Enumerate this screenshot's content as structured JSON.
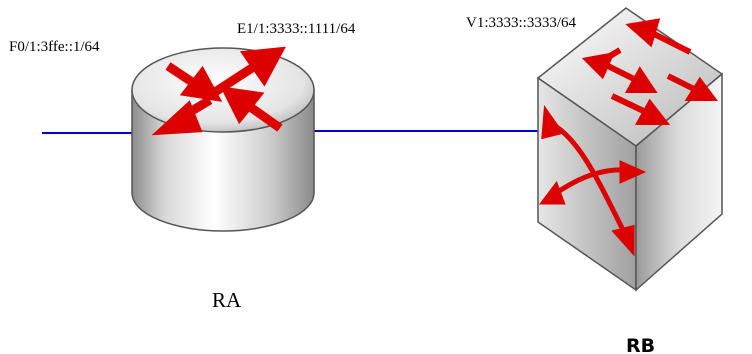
{
  "diagram": {
    "router": {
      "name": "RA",
      "interface_left": "F0/1:3ffe::1/64",
      "interface_right": "E1/1:3333::1111/64"
    },
    "switch": {
      "name": "RB",
      "interface": "V1:3333::3333/64"
    },
    "colors": {
      "link": "#0000cc",
      "arrow": "#dd0000"
    }
  }
}
